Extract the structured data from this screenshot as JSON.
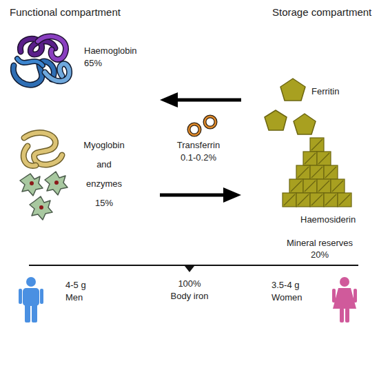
{
  "diagram": {
    "nodes": [
      {
        "text": [
          "Functional compartment"
        ]
      },
      {
        "text": [
          "Haemoglobin 65%"
        ],
        "in": 0
      },
      {
        "text": [
          "Myoglobin and enzymes 15%"
        ],
        "in": 0
      },
      {
        "text": [
          "Storage compartment",
          "Mineral reserves 20%"
        ]
      },
      {
        "text": [
          "Ferritin"
        ],
        "in": 3
      },
      {
        "text": [
          "Haemosiderin"
        ],
        "in": 3
      }
    ],
    "edges": [
      {
        "from": 3,
        "to": 0,
        "arrow": "to"
      },
      {
        "from": 0,
        "to": 3,
        "arrow": "to"
      }
    ],
    "labels": [
      "Transferrin 0.1-0.2%",
      "4-5 g Men",
      "100% Body iron",
      "3.5-4 g Women"
    ]
  }
}
